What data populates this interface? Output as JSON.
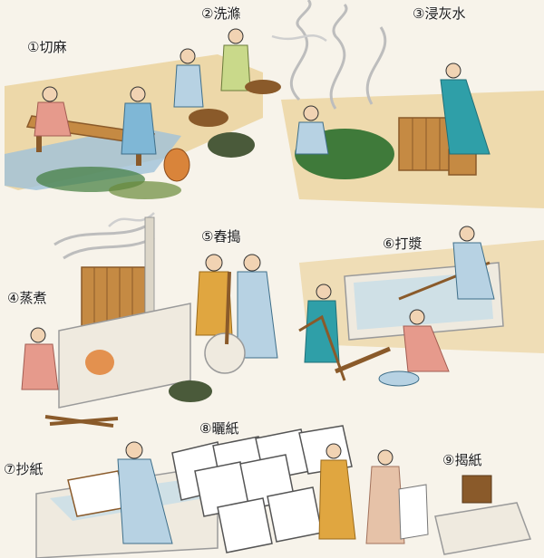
{
  "steps": [
    {
      "label": "①切麻"
    },
    {
      "label": "②洗滌"
    },
    {
      "label": "③浸灰水"
    },
    {
      "label": "④蒸煮"
    },
    {
      "label": "⑤舂搗"
    },
    {
      "label": "⑥打漿"
    },
    {
      "label": "⑦抄紙"
    },
    {
      "label": "⑧曬紙"
    },
    {
      "label": "⑨揭紙"
    }
  ],
  "colors": {
    "background": "#f7f3ea",
    "wood": "#c58a43",
    "wood_dark": "#8a5a2a",
    "water": "#9fc2d9",
    "robe_blue": "#7fb7d6",
    "robe_teal": "#2f9fa8",
    "robe_orange": "#e0a640",
    "robe_pink": "#e69a8c",
    "ground": "#e9cf93",
    "plant": "#3f7a3a",
    "steam": "#bdbdbd",
    "paper": "#ffffff"
  }
}
